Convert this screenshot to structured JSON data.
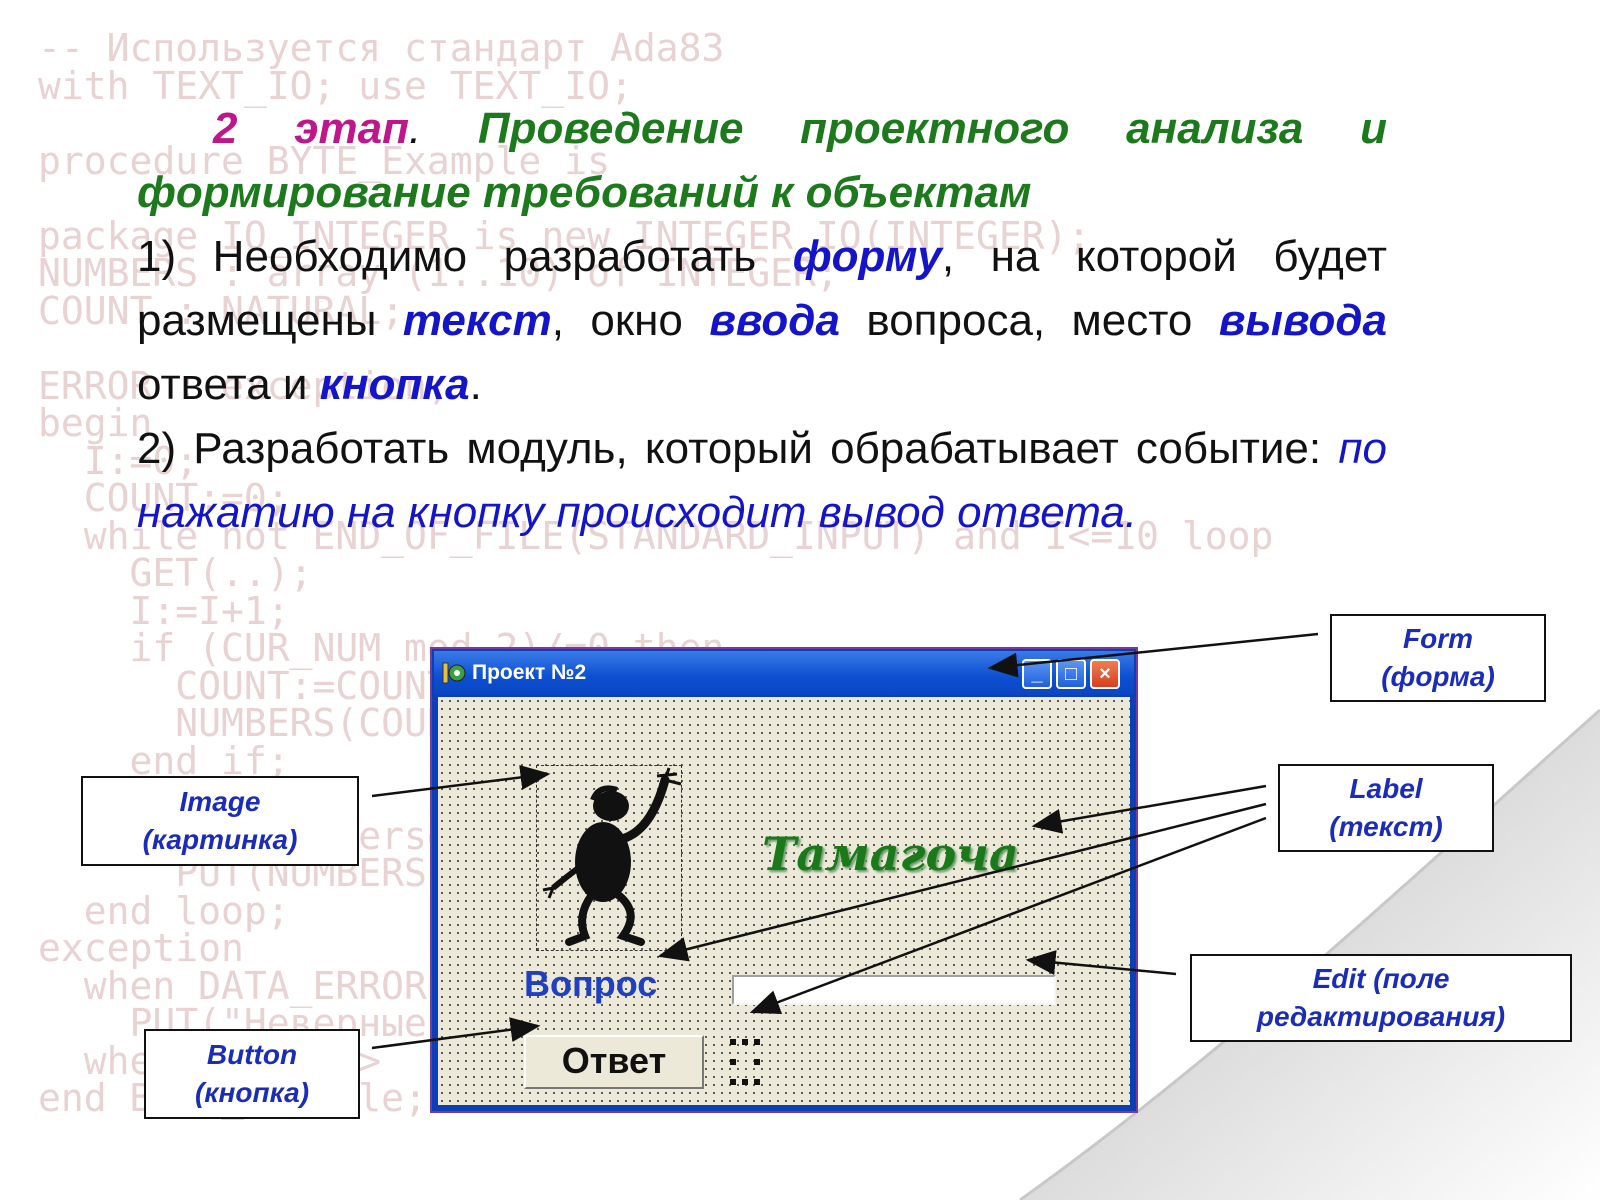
{
  "background_code": [
    "-- Используется стандарт Ada83",
    "with TEXT_IO; use TEXT_IO;",
    "",
    "procedure BYTE_Example is",
    "",
    "package IO_INTEGER is new INTEGER_IO(INTEGER);",
    "NUMBERS : array (1..10) of INTEGER;",
    "COUNT : NATURAL;",
    "",
    "ERROR : exception;",
    "begin",
    "  I:=0;",
    "  COUNT:=0;",
    "  while not END_OF_FILE(STANDARD_INPUT) and I<=10 loop",
    "    GET(..);",
    "    I:=I+1;",
    "    if (CUR_NUM mod 2)/=0 then",
    "      COUNT:=COUNT+1;",
    "      NUMBERS(COUNT):=CUR_NUM;",
    "    end if;",
    "  end loop;",
    "  for I in reverse 1..COUNT loop",
    "      PUT(NUMBERS(I));",
    "  end loop;",
    "exception",
    "  when DATA_ERROR =>",
    "    PUT(\"Неверные данные\");",
    "  when ERROR =>",
    "end BYTE_Example;"
  ],
  "heading": {
    "stage": "2 этап",
    "dot": ".",
    "title": " Проведение проектного анализа и формирование требований к объектам"
  },
  "point1": {
    "t1": "1) Необходимо разработать ",
    "h1": "форму",
    "t2": ", на которой будет размещены ",
    "h2": "текст",
    "t3": ", окно ",
    "h3": "ввода",
    "t4": " вопроса, место ",
    "h4": "вывода",
    "t5": " ответа и ",
    "h5": "кнопка",
    "t6": "."
  },
  "point2": {
    "t1": "2) Разработать модуль, который обрабатывает событие: ",
    "italic": "по нажатию на кнопку происходит вывод ответа."
  },
  "form": {
    "title": "Проект №2",
    "label_text": "Тамагоча",
    "question_label": "Вопрос",
    "answer_button": "Ответ",
    "edit_value": "",
    "caption_buttons": {
      "minimize": "_",
      "maximize": "□",
      "close": "×"
    }
  },
  "callouts": {
    "form": [
      "Form",
      "(форма)"
    ],
    "label": [
      "Label",
      "(текст)"
    ],
    "image": [
      "Image",
      "(картинка)"
    ],
    "edit": [
      "Edit (поле",
      "редактирования)"
    ],
    "button": [
      "Button",
      "(кнопка)"
    ]
  },
  "icons": [
    "app-icon",
    "minimize-icon",
    "maximize-icon",
    "close-icon",
    "stickman-image"
  ],
  "colors": {
    "heading": "#1c7a1c",
    "stage": "#c0168c",
    "highlight": "#1414c8",
    "title_bar": "#0c4fd0",
    "label_green": "#1a7a1a",
    "question_blue": "#2040c0",
    "background_code": "#e8d2d2"
  }
}
